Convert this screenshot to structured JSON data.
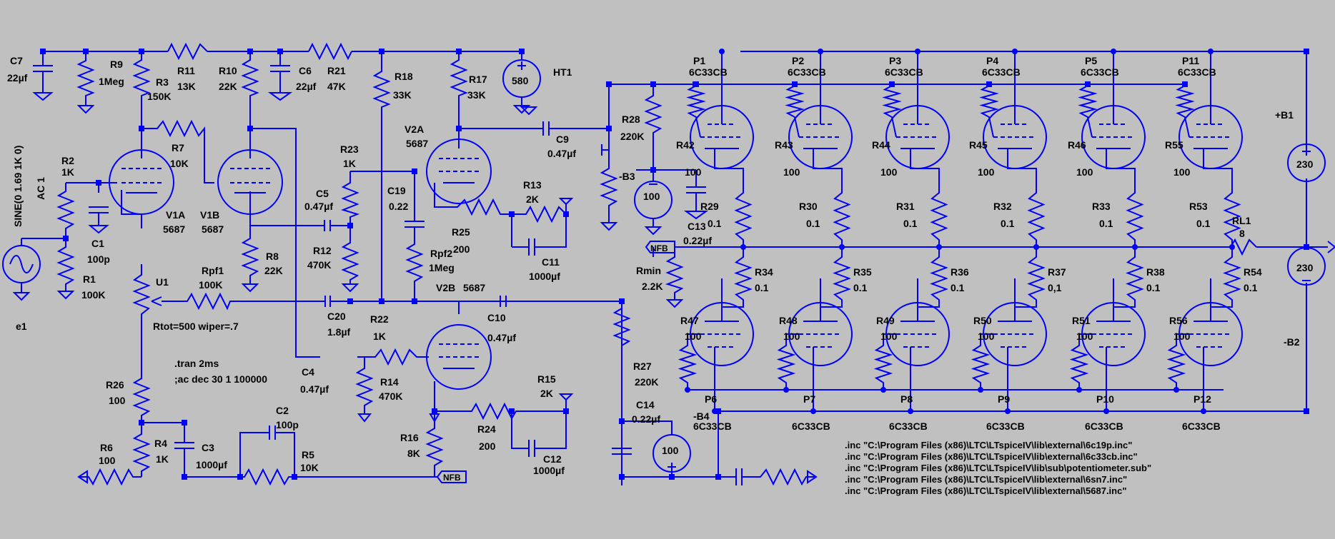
{
  "labels": {
    "c7": "C7",
    "c7v": "22µf",
    "r9": "R9",
    "r9v": "1Meg",
    "r11": "R11",
    "r11v": "13K",
    "r3": "R3",
    "r3v": "150K",
    "r10": "R10",
    "r10v": "22K",
    "c6": "C6",
    "c6v": "22µf",
    "r21": "R21",
    "r21v": "47K",
    "r18": "R18",
    "r18v": "33K",
    "r17": "R17",
    "r17v": "33K",
    "ht1": "HT1",
    "ht1v": "580",
    "sine": "SINE(0 1.69 1K 0)",
    "ac": "AC 1",
    "r2": "R2",
    "r2v": "1K",
    "c1": "C1",
    "c1v": "100p",
    "r1": "R1",
    "r1v": "100K",
    "e1": "e1",
    "r7": "R7",
    "r7v": "10K",
    "v1a": "V1A",
    "v1av": "5687",
    "v1b": "V1B",
    "v1bv": "5687",
    "r8": "R8",
    "r8v": "22K",
    "v2a": "V2A",
    "v2av": "5687",
    "r23": "R23",
    "r23v": "1K",
    "c5": "C5",
    "c5v": "0.47µf",
    "r12": "R12",
    "r12v": "470K",
    "c19": "C19",
    "c19v": "0.22",
    "r13": "R13",
    "r13v": "2K",
    "r25": "R25",
    "r25v": "200",
    "c11": "C11",
    "c11v": "1000µf",
    "rpf2": "Rpf2",
    "rpf2v": "1Meg",
    "c9": "C9",
    "c9v": "0.47µf",
    "r28": "R28",
    "r28v": "220K",
    "b3": "-B3",
    "b3v": "100",
    "c13": "C13",
    "c13v": "0.22µf",
    "nfb1": "NFB",
    "rmin": "Rmin",
    "rminv": "2.2K",
    "u1": "U1",
    "rpf1": "Rpf1",
    "rpf1v": "100K",
    "rtot": "Rtot=500 wiper=.7",
    "c20": "C20",
    "c20v": "1.8µf",
    "v2b": "V2B",
    "v2bv": "5687",
    "c10": "C10",
    "c10v": "0.47µf",
    "r22": "R22",
    "r22v": "1K",
    "c4": "C4",
    "c4v": "0.47µf",
    "r14": "R14",
    "r14v": "470K",
    "tran": ".tran 2ms",
    "acdec": ";ac dec 30 1 100000",
    "r26": "R26",
    "r26v": "100",
    "c2": "C2",
    "c2v": "100p",
    "r6": "R6",
    "r6v": "100",
    "r4": "R4",
    "r4v": "1K",
    "c3": "C3",
    "c3v": "1000µf",
    "r5": "R5",
    "r5v": "10K",
    "r16": "R16",
    "r16v": "8K",
    "nfb2": "NFB",
    "r15": "R15",
    "r15v": "2K",
    "r24": "R24",
    "r24v": "200",
    "c12": "C12",
    "c12v": "1000µf",
    "r27": "R27",
    "r27v": "220K",
    "c14": "C14",
    "c14v": "0.22µf",
    "b4": "-B4",
    "b4v": "100",
    "b1": "+B1",
    "b1v": "230",
    "rl1": "RL1",
    "rl1v": "8",
    "b2": "-B2",
    "b2v": "230"
  },
  "tube_model": "6C33CB",
  "top_tubes": [
    {
      "p": "P1",
      "rg": "R42",
      "rgv": "100",
      "rk": "R29",
      "rkv": "0.1"
    },
    {
      "p": "P2",
      "rg": "R43",
      "rgv": "100",
      "rk": "R30",
      "rkv": "0.1"
    },
    {
      "p": "P3",
      "rg": "R44",
      "rgv": "100",
      "rk": "R31",
      "rkv": "0.1"
    },
    {
      "p": "P4",
      "rg": "R45",
      "rgv": "100",
      "rk": "R32",
      "rkv": "0.1"
    },
    {
      "p": "P5",
      "rg": "R46",
      "rgv": "100",
      "rk": "R33",
      "rkv": "0.1"
    },
    {
      "p": "P11",
      "rg": "R55",
      "rgv": "100",
      "rk": "R53",
      "rkv": "0.1"
    }
  ],
  "bottom_tubes": [
    {
      "p": "P6",
      "rg": "R47",
      "rgv": "100",
      "rk": "R34",
      "rkv": "0.1"
    },
    {
      "p": "P7",
      "rg": "R48",
      "rgv": "100",
      "rk": "R35",
      "rkv": "0.1"
    },
    {
      "p": "P8",
      "rg": "R49",
      "rgv": "100",
      "rk": "R36",
      "rkv": "0.1"
    },
    {
      "p": "P9",
      "rg": "R50",
      "rgv": "100",
      "rk": "R37",
      "rkv": "0,1"
    },
    {
      "p": "P10",
      "rg": "R51",
      "rgv": "100",
      "rk": "R38",
      "rkv": "0.1"
    },
    {
      "p": "P12",
      "rg": "R56",
      "rgv": "100",
      "rk": "R54",
      "rkv": "0.1"
    }
  ],
  "directives": [
    ".inc \"C:\\Program Files (x86)\\LTC\\LTspiceIV\\lib\\external\\6c19p.inc\"",
    ".inc \"C:\\Program Files (x86)\\LTC\\LTspiceIV\\lib\\external\\6c33cb.inc\"",
    ".inc \"C:\\Program Files (x86)\\LTC\\LTspiceIV\\lib\\sub\\potentiometer.sub\"",
    ".inc \"C:\\Program Files (x86)\\LTC\\LTspiceIV\\lib\\external\\6sn7.inc\"",
    ".inc \"C:\\Program Files (x86)\\LTC\\LTspiceIV\\lib\\external\\5687.inc\""
  ]
}
